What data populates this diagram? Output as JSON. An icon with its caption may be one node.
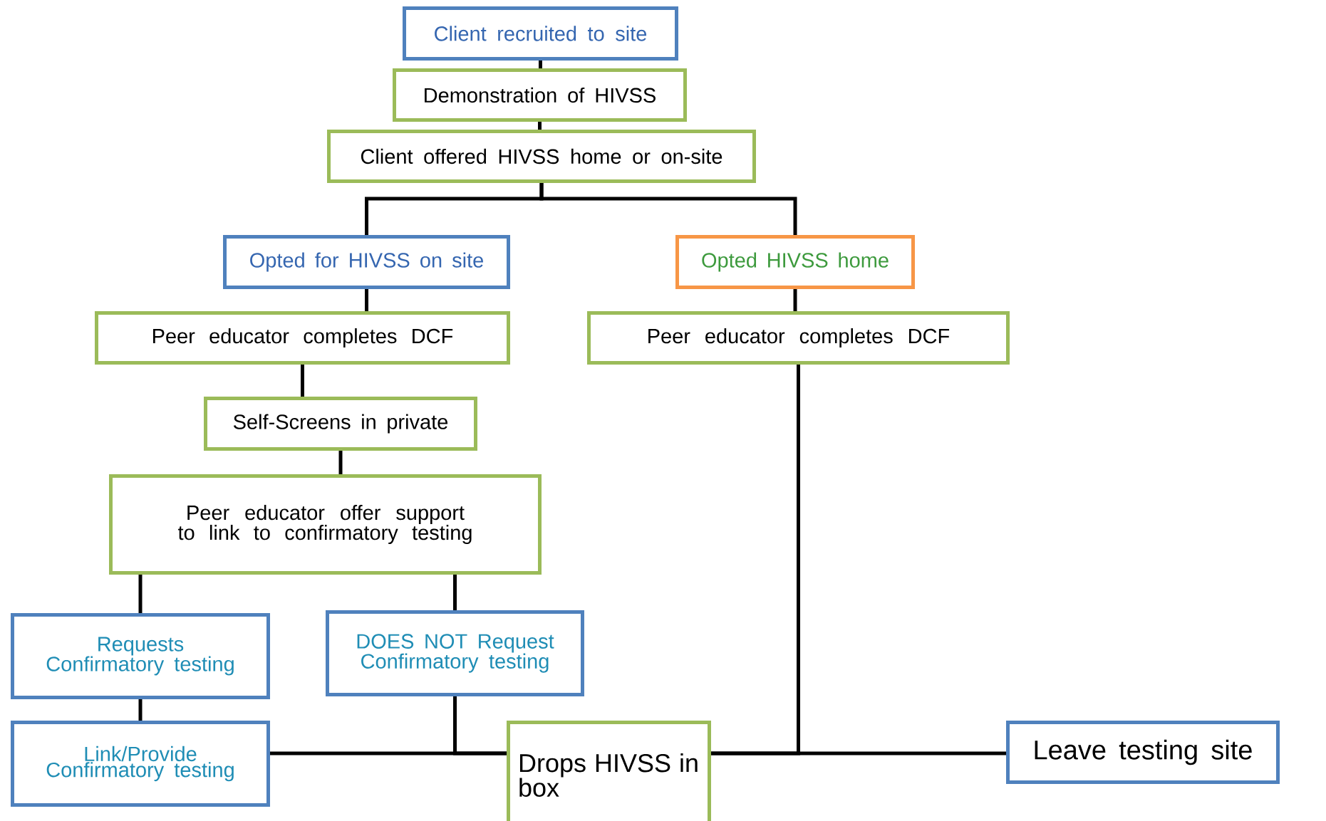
{
  "diagram": {
    "nodes": [
      {
        "text": [
          "Client recruited to site"
        ]
      },
      {
        "text": [
          "Demonstration of HIVSS"
        ]
      },
      {
        "text": [
          "Client offered HIVSS home or on-site"
        ]
      },
      {
        "text": [
          "Opted for HIVSS on site"
        ]
      },
      {
        "text": [
          "Opted HIVSS home"
        ]
      },
      {
        "text": [
          "Peer educator completes DCF"
        ]
      },
      {
        "text": [
          "Peer educator completes DCF"
        ]
      },
      {
        "text": [
          "Self-Screens in private"
        ]
      },
      {
        "text": [
          "Peer educator offer support to link to confirmatory testing"
        ]
      },
      {
        "text": [
          "Requests Confirmatory testing"
        ]
      },
      {
        "text": [
          "DOES NOT Request Confirmatory testing"
        ]
      },
      {
        "text": [
          "Link/Provide Confirmatory testing"
        ]
      },
      {
        "text": [
          "Drops HIVSS in box"
        ]
      },
      {
        "text": [
          "Leave testing site"
        ]
      }
    ],
    "edges": [
      {
        "from": 0,
        "to": 1,
        "arrow": "none"
      },
      {
        "from": 1,
        "to": 2,
        "arrow": "none"
      },
      {
        "from": 2,
        "to": 3,
        "arrow": "none"
      },
      {
        "from": 2,
        "to": 4,
        "arrow": "none"
      },
      {
        "from": 3,
        "to": 5,
        "arrow": "none"
      },
      {
        "from": 4,
        "to": 6,
        "arrow": "none"
      },
      {
        "from": 5,
        "to": 7,
        "arrow": "none"
      },
      {
        "from": 7,
        "to": 8,
        "arrow": "none"
      },
      {
        "from": 8,
        "to": 9,
        "arrow": "none"
      },
      {
        "from": 8,
        "to": 10,
        "arrow": "none"
      },
      {
        "from": 9,
        "to": 11,
        "arrow": "none"
      },
      {
        "from": 10,
        "to": 12,
        "arrow": "none"
      },
      {
        "from": 11,
        "to": 12,
        "arrow": "none"
      },
      {
        "from": 6,
        "to": 12,
        "arrow": "none"
      },
      {
        "from": 12,
        "to": 13,
        "arrow": "none"
      }
    ]
  }
}
